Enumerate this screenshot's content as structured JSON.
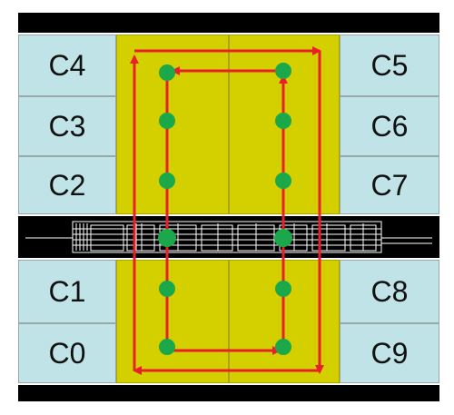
{
  "diagram": {
    "left_cells": [
      "C4",
      "C3",
      "C2",
      "C1",
      "C0"
    ],
    "right_cells": [
      "C5",
      "C6",
      "C7",
      "C8",
      "C9"
    ],
    "colors": {
      "cell_fill": "#bfe3e6",
      "core_fill": "#d4d000",
      "path_red": "#e8202a",
      "node_green": "#1aa84a",
      "frame_black": "#000000"
    },
    "node_count": 12,
    "paths": [
      "outer-clockwise-loop",
      "inner-counterclockwise-loop"
    ]
  }
}
